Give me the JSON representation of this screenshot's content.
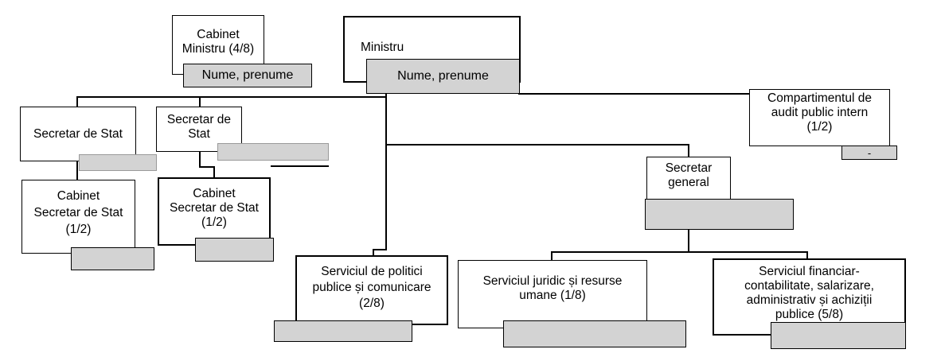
{
  "cabinet_ministru": {
    "title": "Cabinet\nMinistru (4/8)",
    "name_label": "Nume, prenume"
  },
  "ministru": {
    "title": "Ministru",
    "name_label": "Nume, prenume"
  },
  "audit": {
    "title": "Compartimentul de\naudit public intern\n(1/2)",
    "name_label": "-"
  },
  "secretar_stat_1": {
    "title": "Secretar de Stat"
  },
  "secretar_stat_2": {
    "title": "Secretar de\nStat"
  },
  "cabinet_secretar_1": {
    "title": "Cabinet\nSecretar de Stat\n(1/2)"
  },
  "cabinet_secretar_2": {
    "title": "Cabinet\nSecretar de Stat\n(1/2)"
  },
  "secretar_general": {
    "title": "Secretar\ngeneral"
  },
  "serviciu_politici": {
    "title": "Serviciul de politici\npublice și comunicare\n(2/8)"
  },
  "serviciu_juridic": {
    "title": "Serviciul juridic și resurse\numane (1/8)"
  },
  "serviciu_financiar": {
    "title": "Serviciul financiar-\ncontabilitate, salarizare,\nadministrativ și achiziții\npublice  (5/8)"
  }
}
